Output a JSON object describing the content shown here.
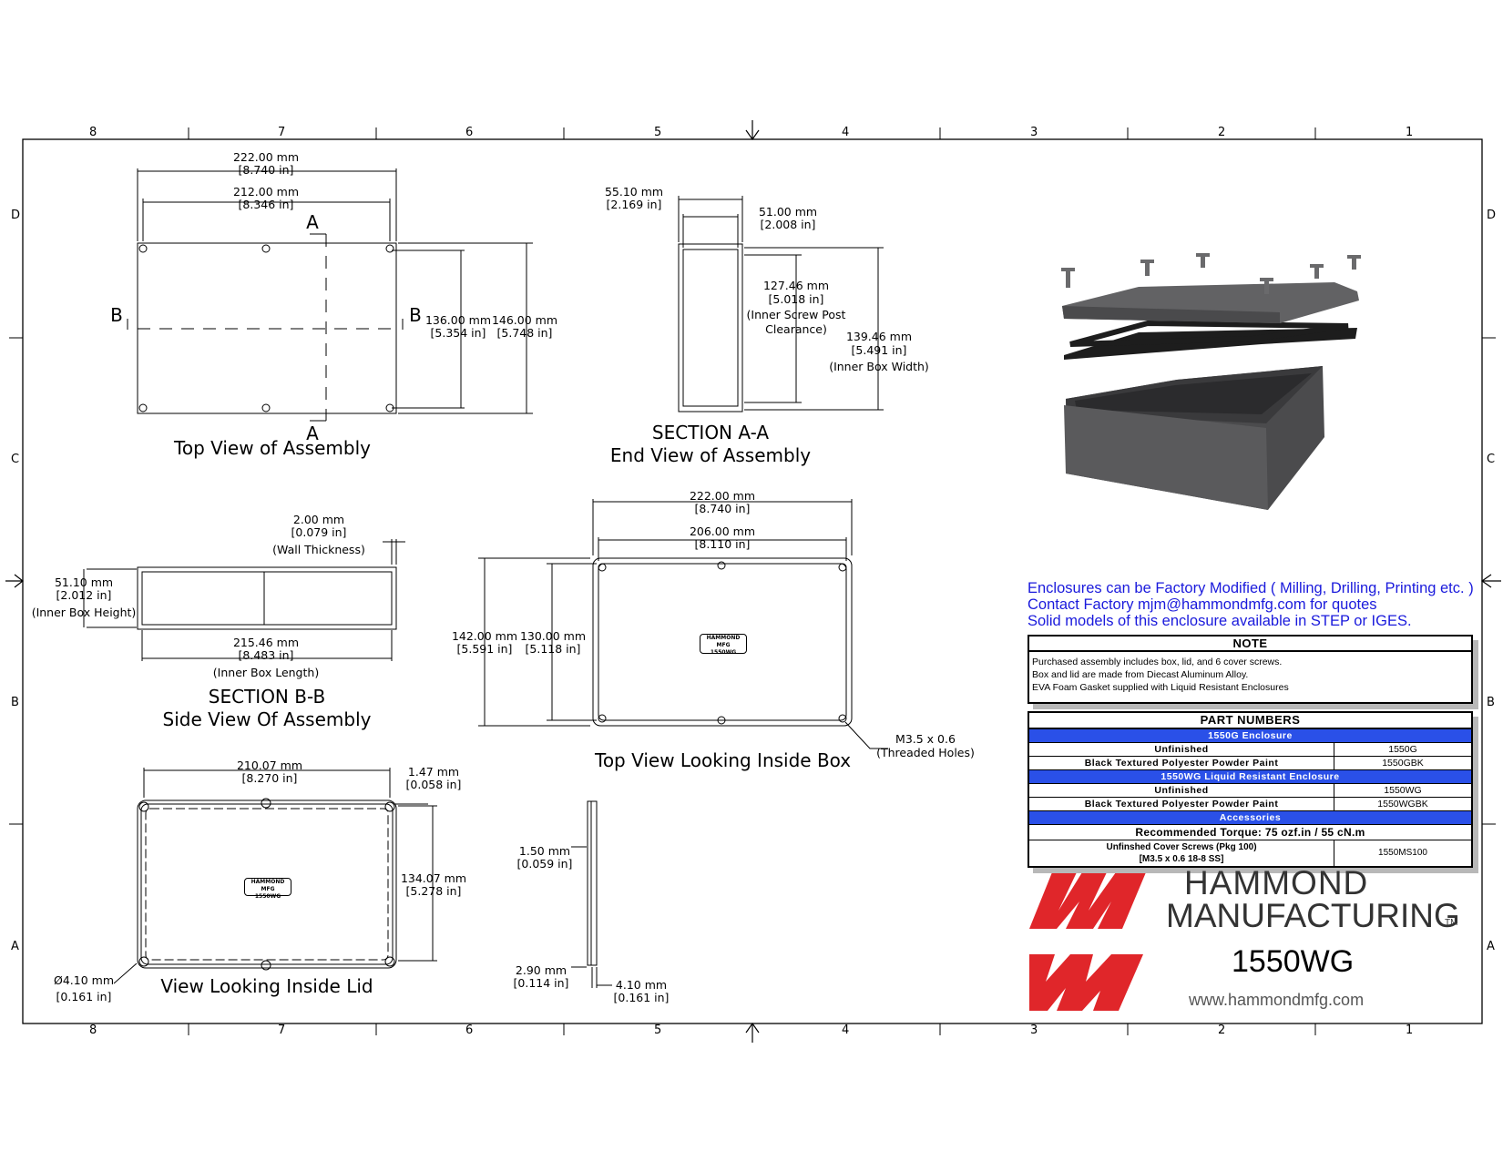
{
  "zones": {
    "columns": [
      "8",
      "7",
      "6",
      "5",
      "4",
      "3",
      "2",
      "1"
    ],
    "rows": [
      "D",
      "C",
      "B",
      "A"
    ]
  },
  "views": {
    "top_assembly": {
      "title": "Top View of Assembly",
      "dim_length": "222.00 mm",
      "dim_length_in": "[8.740 in]",
      "dim_holes": "212.00 mm",
      "dim_holes_in": "[8.346 in]",
      "dim_inner": "136.00 mm",
      "dim_inner_in": "[5.354 in]",
      "dim_width": "146.00 mm",
      "dim_width_in": "[5.748 in]",
      "section_a": "A",
      "section_b": "B"
    },
    "section_aa": {
      "title": "SECTION A-A",
      "subtitle": "End View of Assembly",
      "dim_height": "55.10 mm",
      "dim_height_in": "[2.169 in]",
      "dim_inner_h": "51.00 mm",
      "dim_inner_h_in": "[2.008 in]",
      "dim_clear": "127.46 mm",
      "dim_clear_in": "[5.018 in]",
      "dim_clear_note": "(Inner Screw Post",
      "dim_clear_note2": "Clearance)",
      "dim_inner_w": "139.46 mm",
      "dim_inner_w_in": "[5.491 in]",
      "dim_inner_w_note": "(Inner Box Width)"
    },
    "section_bb": {
      "title": "SECTION B-B",
      "subtitle": "Side View Of Assembly",
      "dim_wall": "2.00 mm",
      "dim_wall_in": "[0.079 in]",
      "dim_wall_note": "(Wall Thickness)",
      "dim_height": "51.10 mm",
      "dim_height_in": "[2.012 in]",
      "dim_height_note": "(Inner Box Height)",
      "dim_length": "215.46 mm",
      "dim_length_in": "[8.483 in]",
      "dim_length_note": "(Inner Box Length)"
    },
    "inside_box": {
      "title": "Top View Looking Inside Box",
      "dim_length": "222.00 mm",
      "dim_length_in": "[8.740 in]",
      "dim_inner": "206.00 mm",
      "dim_inner_in": "[8.110 in]",
      "dim_width": "142.00 mm",
      "dim_width_in": "[5.591 in]",
      "dim_inner_w": "130.00 mm",
      "dim_inner_w_in": "[5.118 in]",
      "thread": "M3.5 x 0.6",
      "thread_note": "(Threaded Holes)",
      "plate_line1": "HAMMOND MFG",
      "plate_line2": "1550WG"
    },
    "inside_lid": {
      "title": "View Looking Inside Lid",
      "dim_length": "210.07 mm",
      "dim_length_in": "[8.270 in]",
      "dim_lip": "1.47 mm",
      "dim_lip_in": "[0.058 in]",
      "dim_width": "134.07 mm",
      "dim_width_in": "[5.278 in]",
      "dim_hole": "Ø4.10 mm",
      "dim_hole_in": "[0.161 in]",
      "plate_line1": "HAMMOND MFG",
      "plate_line2": "1550WG"
    },
    "lid_edge": {
      "dim_a": "1.50 mm",
      "dim_a_in": "[0.059 in]",
      "dim_b": "2.90 mm",
      "dim_b_in": "[0.114 in]",
      "dim_c": "4.10 mm",
      "dim_c_in": "[0.161 in]"
    }
  },
  "info": {
    "line1": "Enclosures can be Factory Modified ( Milling, Drilling, Printing etc. )",
    "line2": "Contact Factory mjm@hammondmfg.com for quotes",
    "line3": "Solid models of this enclosure available in STEP or IGES."
  },
  "note": {
    "header": "NOTE",
    "lines": [
      "Purchased assembly includes box, lid, and 6 cover screws.",
      "Box and lid are made from Diecast Aluminum Alloy.",
      "EVA Foam Gasket supplied with Liquid Resistant Enclosures"
    ]
  },
  "parts": {
    "header": "PART NUMBERS",
    "group1": "1550G Enclosure",
    "g1_rows": [
      {
        "finish": "Unfinished",
        "part": "1550G"
      },
      {
        "finish": "Black Textured Polyester Powder Paint",
        "part": "1550GBK"
      }
    ],
    "group2": "1550WG Liquid Resistant Enclosure",
    "g2_rows": [
      {
        "finish": "Unfinished",
        "part": "1550WG"
      },
      {
        "finish": "Black Textured Polyester Powder Paint",
        "part": "1550WGBK"
      }
    ],
    "group3": "Accessories",
    "torque": "Recommended Torque: 75 ozf.in / 55 cN.m",
    "screws_line1": "Unfinshed Cover Screws (Pkg 100)",
    "screws_line2": "[M3.5 x 0.6 18-8 SS]",
    "screws_part": "1550MS100"
  },
  "brand": {
    "name1": "HAMMOND",
    "name2": "MANUFACTURING",
    "tm": "TM",
    "model": "1550WG",
    "url": "www.hammondmfg.com",
    "logo_color": "#e0262a"
  },
  "colors": {
    "accent_blue": "#2a50e8",
    "info_blue": "#1a1adc"
  }
}
